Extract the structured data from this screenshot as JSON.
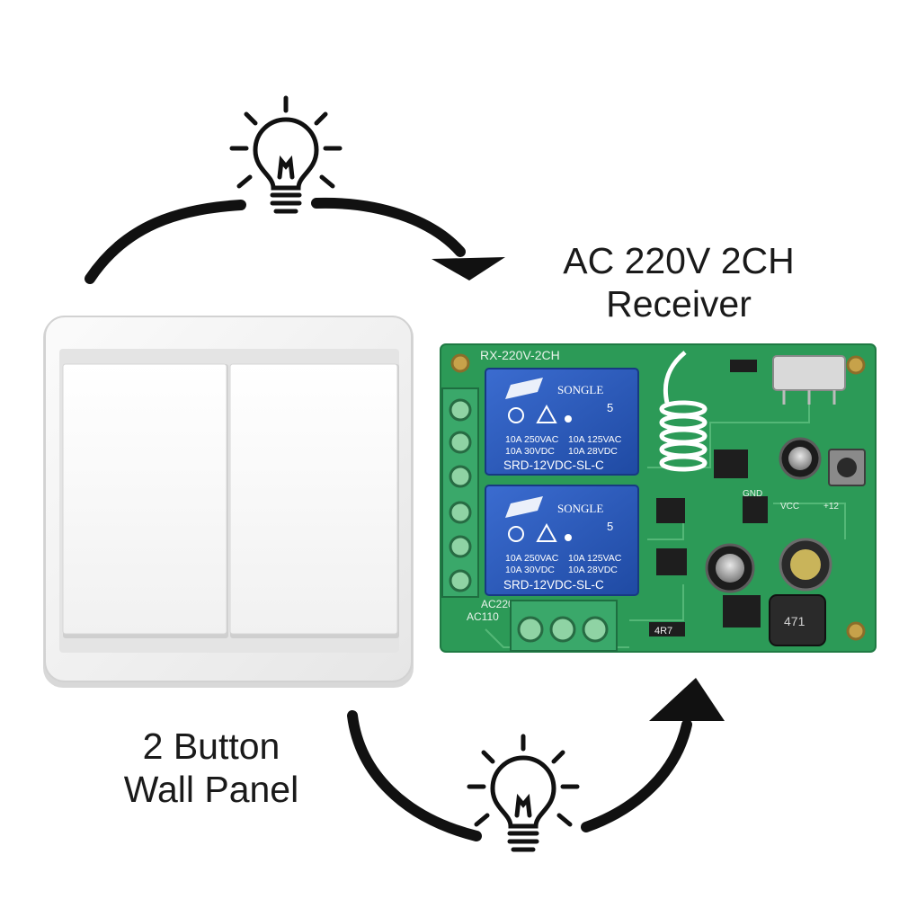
{
  "receiver": {
    "title_line1": "AC 220V 2CH",
    "title_line2": "Receiver",
    "board_label": "RX-220V-2CH",
    "relay_brand": "SONGLE",
    "relay_rating_a": "10A 250VAC",
    "relay_rating_b": "10A 125VAC",
    "relay_rating_c": "10A 30VDC",
    "relay_rating_d": "10A 28VDC",
    "relay_model": "SRD-12VDC-SL-C",
    "relay_count": "5",
    "silk_gnd": "GND",
    "silk_vcc": "VCC",
    "silk_plus12": "+12",
    "silk_ac220": "AC220",
    "silk_ac110": "AC110",
    "resistor_code": "4R7",
    "inductor_code": "471"
  },
  "panel": {
    "title_line1": "2 Button",
    "title_line2": "Wall Panel"
  },
  "colors": {
    "pcb": "#2c9a57",
    "relay": "#2856b4",
    "terminal": "#3aa86a",
    "panel": "#f2f2f2",
    "ink": "#111111"
  }
}
